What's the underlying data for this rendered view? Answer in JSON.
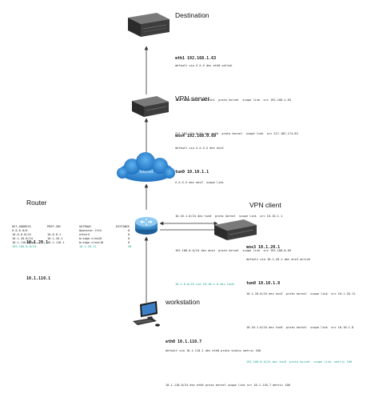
{
  "colors": {
    "highlight": "#1aa38a",
    "cloud": "#1f7fd0",
    "router": "#2f86c9",
    "server_dark": "#2a2a2a"
  },
  "destination": {
    "title": "Destination",
    "interfaces": [
      "eth1 192.168.1.63"
    ],
    "routes": [
      {
        "text": "default via X.X.X dev eth0 onlink",
        "hl": false
      },
      {
        "text": "192.168.0.0/24 dev eth1  proto kernel  scope link  src 192.168.1.63",
        "hl": false
      },
      {
        "text": "217.182.174.0/24 dev eth0  proto kernel  scope link  src 217.182.174.63",
        "hl": false
      }
    ]
  },
  "vpn_server": {
    "title": "VPN server",
    "interfaces": [
      "ens4 192.168.0.69",
      "tun0 10.10.1.1"
    ],
    "routes": [
      {
        "text": "default via X.X.X.X dev ens3",
        "hl": false
      },
      {
        "text": "X.X.X.X dev ens3  scope link",
        "hl": false
      },
      {
        "text": "10.10.1.0/24 dev tun0  proto kernel  scope link  src 10.10.1.1",
        "hl": false
      },
      {
        "text": "192.168.0.0/24 dev ens4  proto kernel  scope link  src 192.168.0.69",
        "hl": false
      },
      {
        "text": "10.1.0.0/16 via 10.10.1.8 dev tun0",
        "hl": true
      }
    ]
  },
  "cloud": {
    "label": "Internet"
  },
  "router": {
    "title": "Router",
    "interfaces": [
      "10.1.20.1",
      "10.1.110.1"
    ],
    "table": {
      "headers": [
        "DST-ADDRESS",
        "PREF-SRC",
        "GATEWAY",
        "DISTANCE"
      ],
      "rows": [
        {
          "cells": [
            "0.0.0.0/0",
            "",
            "#wanstar-ftth",
            "0"
          ],
          "hl": false
        },
        {
          "cells": [
            "10.0.0.0/24",
            "10.0.0.1",
            "ether4",
            "0"
          ],
          "hl": false
        },
        {
          "cells": [
            "10.1.20.0/24",
            "10.1.20.1",
            "bridge-vlan20",
            "0"
          ],
          "hl": false
        },
        {
          "cells": [
            "10.1.110.0/24",
            "10.1.110.1",
            "bridge-vlan110",
            "0"
          ],
          "hl": false
        },
        {
          "cells": [
            "192.168.0.0/24",
            "",
            "10.1.20.11",
            "50"
          ],
          "hl": true
        }
      ]
    }
  },
  "vpn_client": {
    "title": "VPN client",
    "interfaces": [
      "ens3 10.1.20.1",
      "tun0 10.10.1.8"
    ],
    "routes": [
      {
        "text": "default via 10.1.20.1 dev ens3 onlink",
        "hl": false
      },
      {
        "text": "10.1.20.0/24 dev ens3  proto kernel  scope link  src 10.1.20.11",
        "hl": false
      },
      {
        "text": "10.10.1.0/24 dev tun0  proto kernel  scope link  src 10.10.1.8",
        "hl": false
      },
      {
        "text": "192.168.0.0/24 dev tun0  proto kernel  scope link  metric 100",
        "hl": true
      }
    ]
  },
  "workstation": {
    "title": "workstation",
    "interfaces": [
      "eth0 10.1.110.7"
    ],
    "routes": [
      {
        "text": "default via 10.1.110.1 dev eth0 proto static metric 100",
        "hl": false
      },
      {
        "text": "10.1.110.0/24 dev eth0 proto kernel scope link src 10.1.110.7 metric 100",
        "hl": false
      }
    ]
  }
}
